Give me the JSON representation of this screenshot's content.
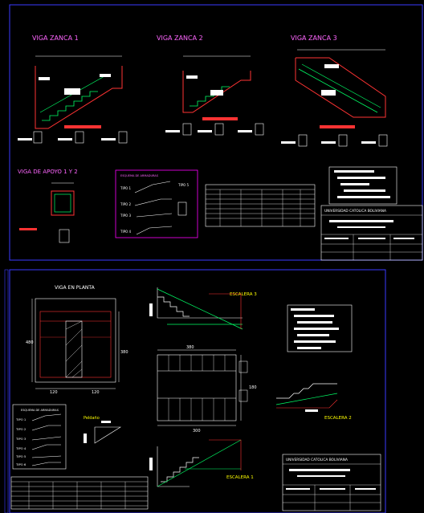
{
  "colors": {
    "background": "#000000",
    "frame": "#3a3aff",
    "beam": "#ff3333",
    "rebar": "#00ff66",
    "text": "#ffffff",
    "title_text": "#ff66ff",
    "label": "#ffff00",
    "accent": "#ff00ff"
  },
  "sheet1": {
    "title_1": "VIGA ZANCA 1",
    "title_2": "VIGA ZANCA 2",
    "title_3": "VIGA ZANCA 3",
    "title_apoyo": "VIGA DE APOYO 1 Y 2",
    "legend_title": "ESQUEMA DE ARMADURAS",
    "legend_tipos": [
      "TIPO 1",
      "TIPO 2",
      "TIPO 3",
      "TIPO 4",
      "TIPO 5"
    ],
    "university": "UNIVERSIDAD CATOLICA BOLIVIANA"
  },
  "sheet2": {
    "title_planta": "VIGA EN PLANTA",
    "escalera_3": "ESCALERA 3",
    "escalera_2": "ESCALERA 2",
    "escalera_1": "ESCALERA 1",
    "peldano": "Peldaño",
    "legend_title": "ESQUEMA DE ARMADURAS",
    "legend_tipos": [
      "TIPO 1",
      "TIPO 2",
      "TIPO 3",
      "TIPO 4",
      "TIPO 5",
      "TIPO 6"
    ],
    "university": "UNIVERSIDAD CATOLICA BOLIVIANA",
    "dim_480": "480",
    "dim_120": "120",
    "dim_380": "380",
    "dim_300": "300",
    "dim_180": "180"
  }
}
